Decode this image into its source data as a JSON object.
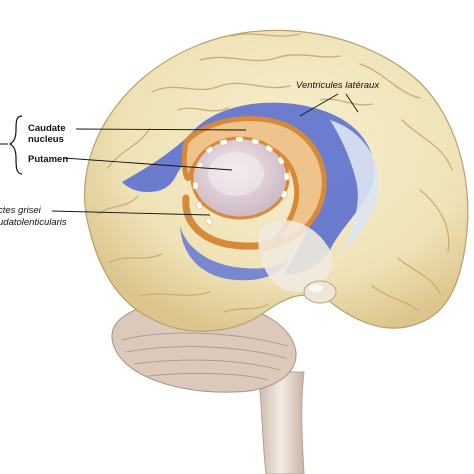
{
  "labels": {
    "caudate_line1": "Caudate",
    "caudate_line2": "nucleus",
    "putamen": "Putamen",
    "ventricles": "Ventricules latéraux",
    "fasciculi_line1": "ctes grisei",
    "fasciculi_line2": "udatolenticularis"
  },
  "colors": {
    "brain": "#f1e7bf",
    "brain_shadow": "#d9c28a",
    "gyri_lines": "#c8ad74",
    "ventricle_blue": "#5f72cf",
    "ventricle_light": "#dde4f1",
    "caudate_orange": "#d7893a",
    "caudate_fill": "#eec38c",
    "putamen_fill": "#e6d6dd",
    "brainstem": "#e9ddd2",
    "cerebellum": "#d6c3b5",
    "leader_line": "#111111"
  }
}
